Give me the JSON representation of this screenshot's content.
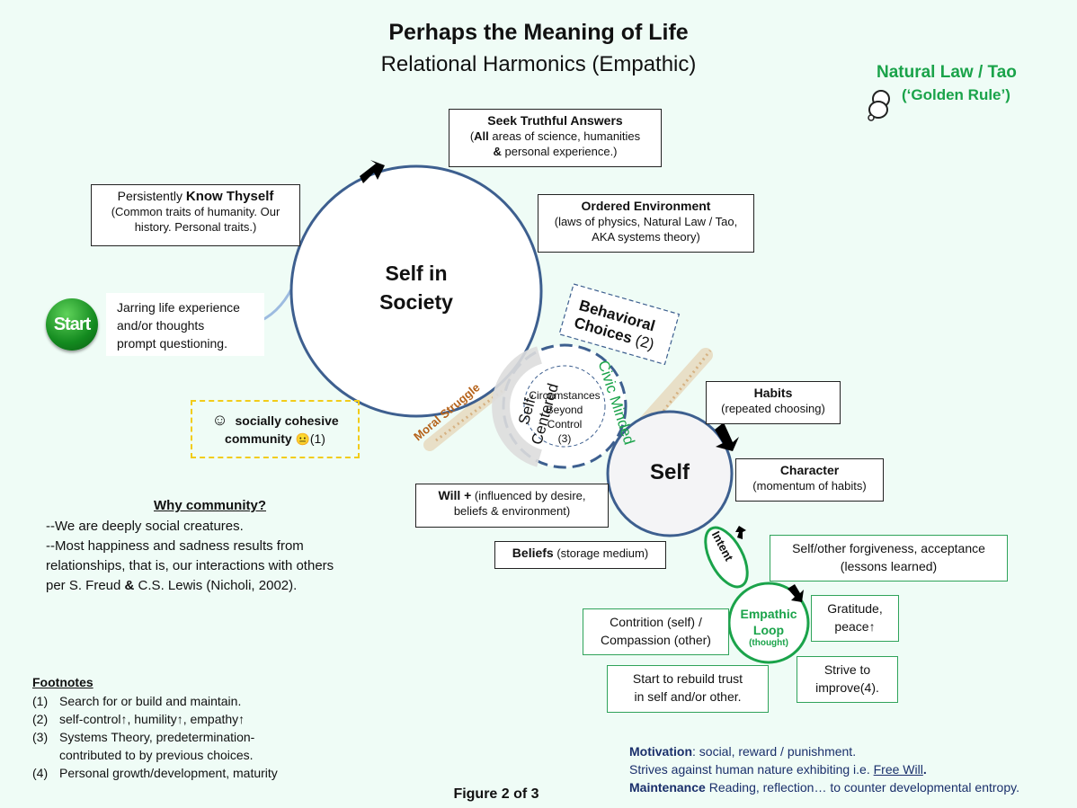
{
  "header": {
    "title": "Perhaps the Meaning of Life",
    "subtitle": "Relational Harmonics (Empathic)"
  },
  "natural_law": {
    "line1": "Natural Law / Tao",
    "line2": "(‘Golden Rule’)",
    "icon": "pushpin-icon"
  },
  "boxes": {
    "seek": {
      "title": "Seek Truthful Answers",
      "bold_prefix": "All",
      "line2": " areas of science, humanities",
      "line3_bold": "&",
      "line3": " personal experience.)",
      "open_paren": "("
    },
    "know": {
      "prefix": "Persistently ",
      "bold": "Know Thyself",
      "line2": "(Common traits of humanity. Our",
      "line3": "history.  Personal traits.)"
    },
    "ordered": {
      "title": "Ordered Environment",
      "line2": "(laws of physics, Natural Law / Tao,",
      "line3": "AKA systems theory)"
    },
    "jarring": {
      "line1": "Jarring life experience",
      "line2": "and/or thoughts",
      "line3": "prompt questioning."
    },
    "community": {
      "smile": "☺",
      "line1": "socially cohesive",
      "line2": "community",
      "neutral": "😐",
      "note": "(1)"
    },
    "habits": {
      "title": "Habits",
      "line2": "(repeated choosing)"
    },
    "character": {
      "title": "Character",
      "line2": "(momentum of habits)"
    },
    "will": {
      "bold": "Will +",
      "rest": " (influenced by desire,",
      "line2": "beliefs & environment)"
    },
    "beliefs": {
      "bold": "Beliefs",
      "rest": " (storage medium)"
    },
    "behavioral": {
      "line1": "Behavioral",
      "line2": "Choices",
      "note": "(2)"
    },
    "forgiveness": {
      "line1": "Self/other forgiveness, acceptance",
      "line2": "(lessons learned)"
    },
    "gratitude": {
      "line1": "Gratitude,",
      "line2": "peace",
      "arrow": "🡑"
    },
    "contrition": {
      "line1": "Contrition (self) /",
      "line2": "Compassion (other)"
    },
    "rebuild": {
      "line1": "Start to rebuild trust",
      "line2": "in self and/or other."
    },
    "strive": {
      "line1": "Strive to",
      "line2": "improve(4)."
    }
  },
  "circles": {
    "society": {
      "line1": "Self in",
      "line2": "Society"
    },
    "self": {
      "label": "Self"
    },
    "circumstances": {
      "line1": "Circumstances",
      "line2": "Beyond",
      "line3": "Control",
      "line4": "(3)"
    },
    "self_centered": "Self-Centered",
    "civic_minded": "Civic Minded",
    "moral_struggle": "Moral Struggle",
    "intent": "Intent",
    "empathic": {
      "line1": "Empathic",
      "line2": "Loop",
      "line3": "(thought)"
    }
  },
  "start_button": {
    "label": "Start"
  },
  "why_community": {
    "heading": "Why community?",
    "lines": [
      "--We are deeply  social creatures.",
      "--Most happiness and sadness results from",
      "relationships, that is, our interactions with others",
      "per S. Freud "
    ],
    "amp": "&",
    "tail": " C.S. Lewis (Nicholi, 2002)."
  },
  "footnotes": {
    "heading": "Footnotes",
    "items": [
      {
        "num": "(1)",
        "text": "Search for or build and maintain."
      },
      {
        "num": "(2)",
        "text": "self-control↑, humility↑, empathy↑"
      },
      {
        "num": "(3)",
        "text": "Systems Theory, predetermination-"
      },
      {
        "num": "",
        "text": "contributed to by previous choices."
      },
      {
        "num": "(4)",
        "text": "Personal growth/development, maturity"
      }
    ]
  },
  "motivation": {
    "label": "Motivation",
    "text": ": social,  reward / punishment.",
    "line2_pre": "Strives against human nature exhibiting i.e. ",
    "line2_link": "Free Will",
    "line2_post": ".",
    "label3": "Maintenance",
    "text3": " Reading, reflection… to counter developmental entropy."
  },
  "figure_caption": "Figure 2 of 3",
  "colors": {
    "background": "#effcf6",
    "circle_stroke": "#3d5f8f",
    "green": "#1aa34a",
    "yellow_dash": "#f2cc1a",
    "moral_struggle": "#b5621a",
    "navy_text": "#1a2f6b"
  }
}
